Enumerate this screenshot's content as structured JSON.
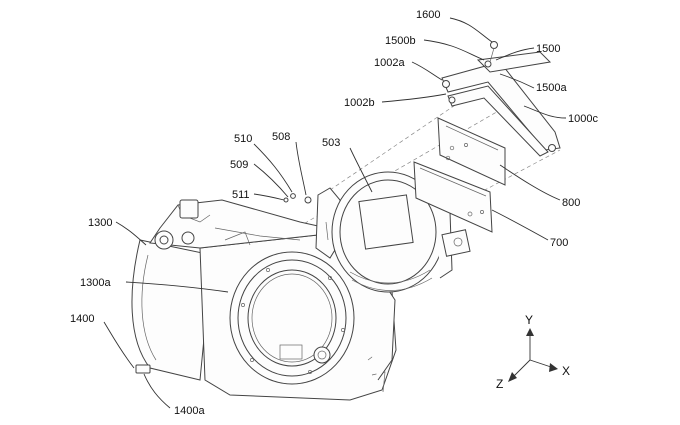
{
  "labels": {
    "l1600": "1600",
    "l1500b": "1500b",
    "l1500": "1500",
    "l1002a": "1002a",
    "l1500a": "1500a",
    "l1002b": "1002b",
    "l1000c": "1000c",
    "l510": "510",
    "l508": "508",
    "l503": "503",
    "l509": "509",
    "l511": "511",
    "l800": "800",
    "l1300": "1300",
    "l700": "700",
    "l1300a": "1300a",
    "l1400": "1400",
    "l1400a": "1400a"
  },
  "axes": {
    "y": "Y",
    "z": "Z",
    "x": "X"
  }
}
